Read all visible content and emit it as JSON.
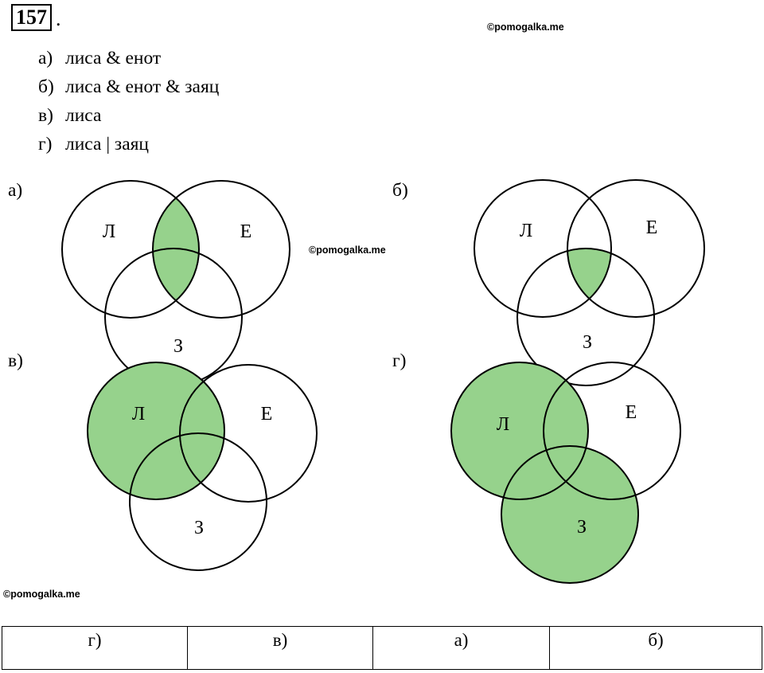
{
  "task": {
    "number": "157",
    "dot": "."
  },
  "watermarks": [
    "©pomogalka.me",
    "©pomogalka.me",
    "©pomogalka.me"
  ],
  "expressions": [
    {
      "letter": "а)",
      "text": "лиса & енот"
    },
    {
      "letter": "б)",
      "text": "лиса & енот & заяц"
    },
    {
      "letter": "в)",
      "text": "лиса"
    },
    {
      "letter": "г)",
      "text": "лиса | заяц"
    }
  ],
  "diagram_labels": [
    "а)",
    "б)",
    "в)",
    "г)"
  ],
  "circle_labels": {
    "fox": "Л",
    "raccoon": "Е",
    "hare": "З"
  },
  "highlight_color": "#96d28c",
  "diagrams": [
    {
      "id": "a",
      "shaded": "fox-and-raccoon"
    },
    {
      "id": "b",
      "shaded": "fox-and-raccoon-and-hare"
    },
    {
      "id": "v",
      "shaded": "fox"
    },
    {
      "id": "g",
      "shaded": "fox-or-hare"
    }
  ],
  "answer_table": {
    "cells": [
      "г)",
      "в)",
      "а)",
      "б)"
    ]
  }
}
